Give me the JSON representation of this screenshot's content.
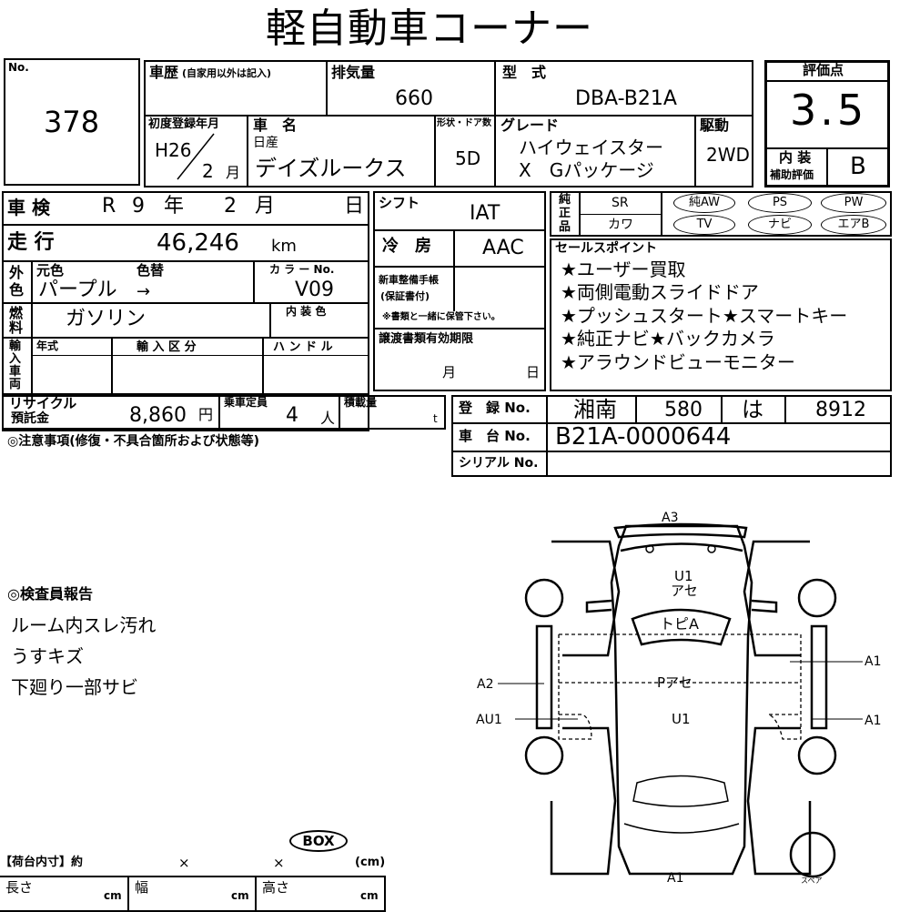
{
  "title": "軽自動車コーナー",
  "no": {
    "label": "No.",
    "value": "378"
  },
  "history": {
    "label": "車歴",
    "note": "(自家用以外は記入)"
  },
  "displacement": {
    "label": "排気量",
    "value": "660"
  },
  "model_type": {
    "label": "型　式",
    "value": "DBA-B21A"
  },
  "score": {
    "label": "評価点",
    "value": "3.5",
    "interior_label1": "内 装",
    "interior_label2": "補助評価",
    "interior_value": "B"
  },
  "first_reg": {
    "label": "初度登録年月",
    "year": "H26",
    "month": "2",
    "month_unit": "月"
  },
  "car_name": {
    "label": "車　名",
    "maker": "日産",
    "name": "デイズルークス"
  },
  "doors": {
    "label": "形状・ドア数",
    "value": "5D"
  },
  "grade": {
    "label": "グレード",
    "line1": "ハイウェイスター",
    "line2": "X　Gパッケージ"
  },
  "drive": {
    "label": "駆動",
    "value": "2WD"
  },
  "inspection": {
    "label": "車 検",
    "era": "R",
    "year": "9",
    "year_unit": "年",
    "month": "2",
    "month_unit": "月",
    "day_unit": "日"
  },
  "mileage": {
    "label": "走 行",
    "value": "46,246",
    "unit": "km"
  },
  "color": {
    "side1": "外",
    "side2": "色",
    "orig_label": "元色",
    "change_label": "色替",
    "value": "パープル",
    "arrow": "→",
    "code_label": "カ ラ ー No.",
    "code": "V09",
    "interior_label": "内 装 色"
  },
  "fuel": {
    "side": "燃料",
    "value": "ガソリン"
  },
  "import": {
    "side": "輸入車両",
    "year_label": "年式",
    "class_label": "輸 入 区 分",
    "handle_label": "ハ ン ド ル"
  },
  "shift": {
    "label": "シフト",
    "value": "IAT"
  },
  "ac": {
    "label": "冷　房",
    "value": "AAC"
  },
  "manual": {
    "label1": "新車整備手帳",
    "label2": "(保証書付)",
    "note": "※書類と一緒に保管下さい。"
  },
  "transfer": {
    "label": "譲渡書類有効期限",
    "month_unit": "月",
    "day_unit": "日"
  },
  "genuine": {
    "side": "純正品",
    "sr": "SR",
    "leather": "カワ",
    "pills": [
      "純AW",
      "PS",
      "PW",
      "TV",
      "ナビ",
      "エアB"
    ]
  },
  "sales_points": {
    "label": "セールスポイント",
    "lines": [
      "★ユーザー買取",
      "★両側電動スライドドア",
      "★プッシュスタート★スマートキー",
      "★純正ナビ★バックカメラ",
      "★アラウンドビューモニター"
    ]
  },
  "recycle": {
    "label1": "リサイクル",
    "label2": "預託金",
    "value": "8,860",
    "unit": "円"
  },
  "capacity": {
    "label": "乗車定員",
    "value": "4",
    "unit": "人"
  },
  "load": {
    "label": "積載量",
    "unit": "t"
  },
  "registration": {
    "label": "登　録 No.",
    "area": "湘南",
    "class": "580",
    "kana": "は",
    "number": "8912"
  },
  "chassis": {
    "label": "車　台 No.",
    "value": "B21A-0000644"
  },
  "serial": {
    "label": "シリアル No."
  },
  "caution": {
    "label": "◎注意事項(修復・不具合箇所および状態等)"
  },
  "inspector": {
    "label": "◎検査員報告",
    "lines": [
      "ルーム内スレ汚れ",
      "うすキズ",
      "下廻り一部サビ"
    ]
  },
  "diagram": {
    "A3": "A3",
    "U1_top": "U1",
    "ase_top": "アセ",
    "topA": "トピA",
    "Pase": "Pアセ",
    "U1_mid": "U1",
    "A2": "A2",
    "AU1": "AU1",
    "A1_r1": "A1",
    "A1_r2": "A1",
    "A1_bottom": "A1",
    "spare": "スペア"
  },
  "cargo": {
    "box": "BOX",
    "label": "【荷台内寸】約",
    "x1": "×",
    "x2": "×",
    "unit": "(cm)",
    "length": "長さ",
    "width": "幅",
    "height": "高さ",
    "cm": "cm"
  }
}
